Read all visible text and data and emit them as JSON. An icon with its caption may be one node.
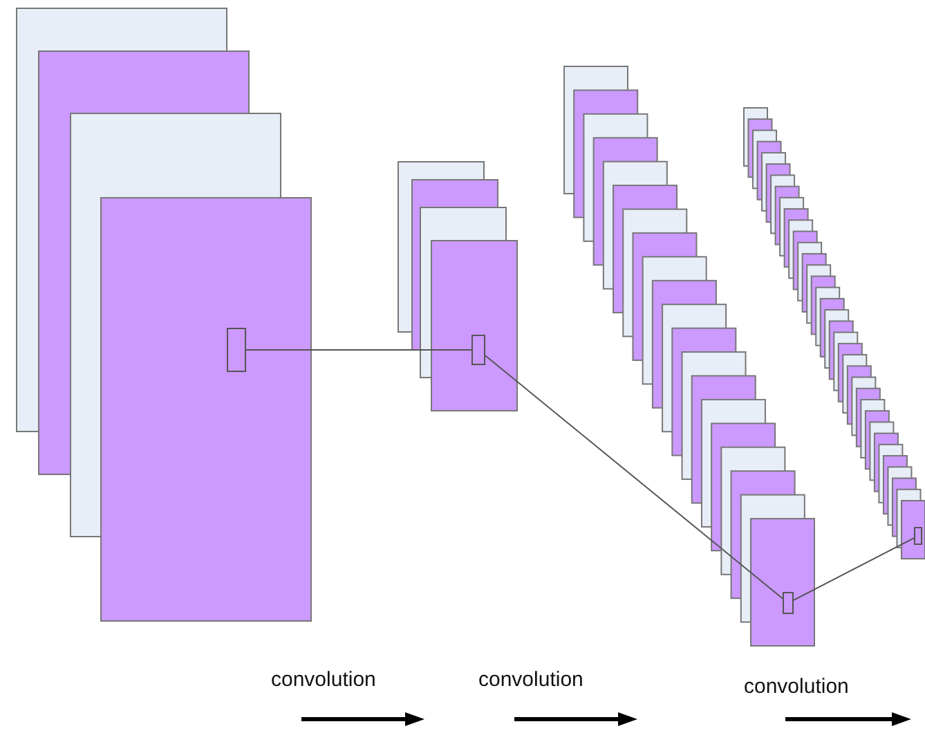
{
  "diagram": {
    "nodes": [
      {
        "text": [],
        "shape": "box"
      },
      {
        "text": [],
        "shape": "box"
      },
      {
        "text": [],
        "shape": "box"
      },
      {
        "text": [],
        "shape": "box"
      }
    ],
    "edges": [
      {
        "from": 0,
        "to": 1,
        "arrow": "none"
      },
      {
        "from": 1,
        "to": 2,
        "arrow": "none"
      },
      {
        "from": 2,
        "to": 3,
        "arrow": "none"
      }
    ],
    "labels": [
      "convolution",
      "convolution",
      "convolution"
    ]
  }
}
